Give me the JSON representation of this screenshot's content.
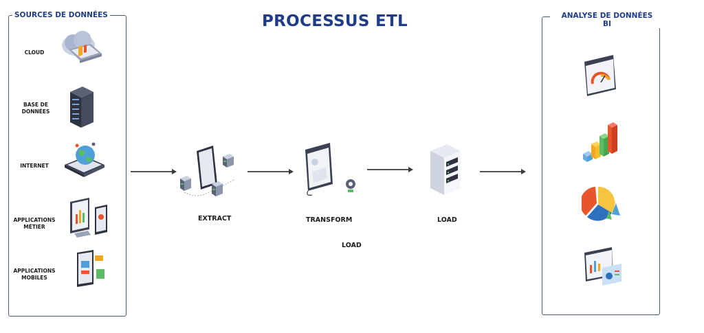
{
  "title": "PROCESSUS ETL",
  "sources": {
    "title": "SOURCES DE DONNÉES",
    "items": [
      {
        "label": "CLOUD",
        "icon": "cloud-laptop-icon"
      },
      {
        "label": "BASE DE\nDONNÉES",
        "icon": "database-server-icon"
      },
      {
        "label": "INTERNET",
        "icon": "globe-tablet-icon"
      },
      {
        "label": "APPLICATIONS\nMÉTIER",
        "icon": "business-apps-icon"
      },
      {
        "label": "APPLICATIONS\nMOBILES",
        "icon": "mobile-app-icon"
      }
    ]
  },
  "steps": [
    {
      "label": "EXTRACT",
      "icon": "extract-tablet-icon"
    },
    {
      "label": "TRANSFORM",
      "icon": "transform-window-icon"
    },
    {
      "label": "LOAD",
      "icon": "load-server-icon"
    }
  ],
  "extra_label": "LOAD",
  "analysis": {
    "title": "ANALYSE DE DONNÉES\nBI",
    "icons": [
      "gauge-dashboard-icon",
      "bar-chart-icon",
      "pie-chart-icon",
      "report-dashboard-icon"
    ]
  },
  "colors": {
    "accent": "#1f3c8a",
    "border": "#4b5a73",
    "arrow": "#3a3a3a"
  }
}
